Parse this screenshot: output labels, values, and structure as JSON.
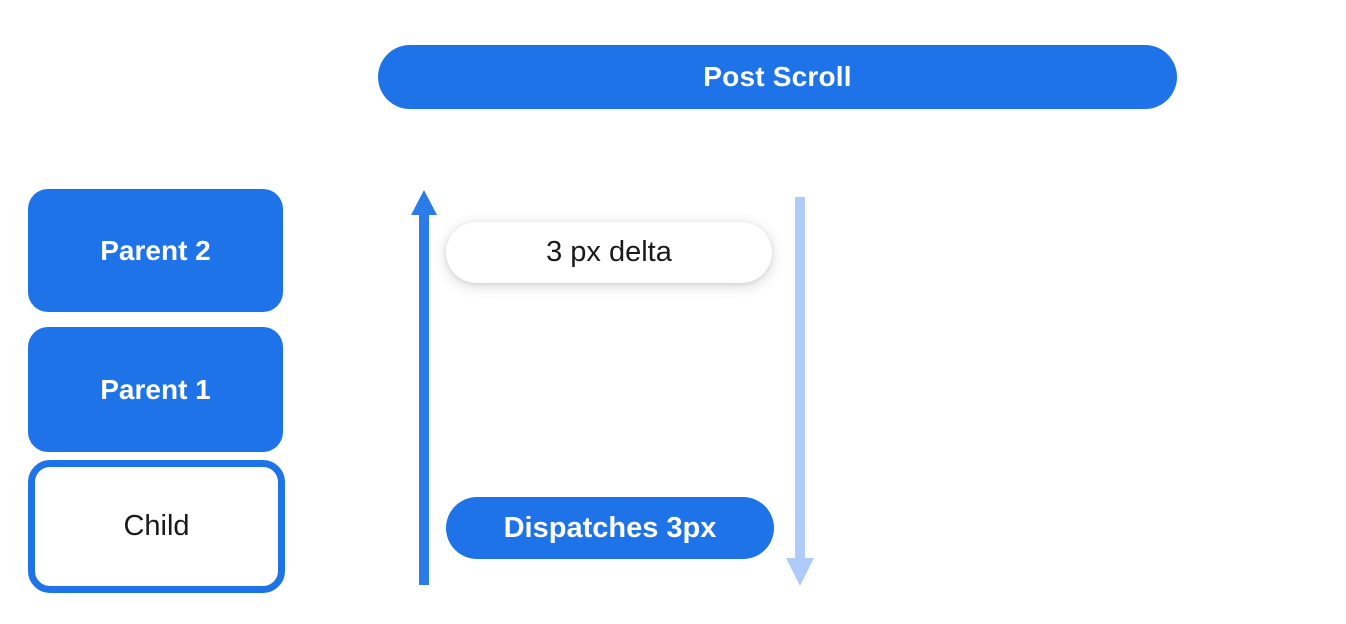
{
  "diagram": {
    "post_scroll_label": "Post Scroll",
    "boxes": [
      {
        "label": "Parent 2"
      },
      {
        "label": "Parent 1"
      },
      {
        "label": "Child"
      }
    ],
    "delta_label": "3 px delta",
    "dispatch_label": "Dispatches 3px",
    "arrows": [
      {
        "name": "upward-arrow",
        "direction": "up",
        "color": "#2b7ce9"
      },
      {
        "name": "downward-arrow",
        "direction": "down",
        "color": "#aecbfa"
      }
    ],
    "colors": {
      "primary_blue": "#1e73e8",
      "arrow_blue": "#2b7ce9",
      "light_blue": "#aecbfa",
      "background": "#ffffff",
      "text_dark": "#1a1a1a",
      "text_light": "#ffffff"
    }
  }
}
